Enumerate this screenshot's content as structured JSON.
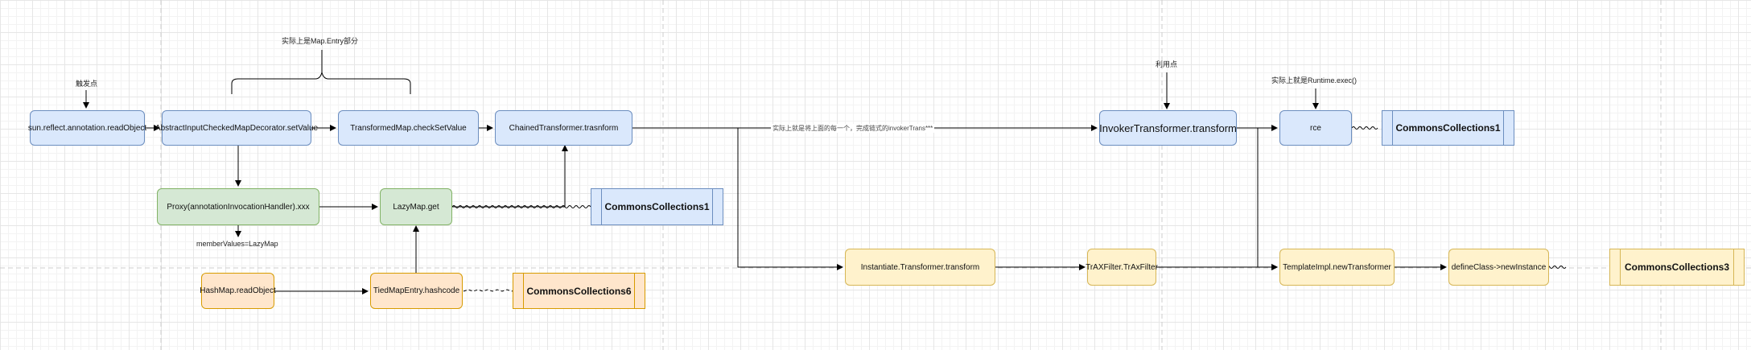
{
  "nodes": {
    "readObject": "sun.reflect.annotation.readObject",
    "setValue": "AbstractInputCheckedMapDecorator.setValue",
    "checkSetValue": "TransformedMap.checkSetValue",
    "chained": "ChainedTransformer.trasnform",
    "invoker": "InvokerTransformer.transform",
    "rce": "rce",
    "proxy": "Proxy(annotationInvocationHandler).xxx",
    "lazyGet": "LazyMap.get",
    "hashmap": "HashMap.readObject",
    "tied": "TiedMapEntry.hashcode",
    "instantiate": "Instantiate.Transformer.transform",
    "traxfilter": "TrAXFilter.TrAxFilter",
    "templates": "TemplateImpl.newTransformer",
    "defineclass": "defineClass->newInstance"
  },
  "processes": {
    "cc1_top": "CommonsCollections1",
    "cc1_mid": "CommonsCollections1",
    "cc6": "CommonsCollections6",
    "cc3": "CommonsCollections3"
  },
  "labels": {
    "trigger": "触发点",
    "actual_entry": "实际上是Map.Entry部分",
    "use_point": "利用点",
    "actual_exec": "实际上就是Runtime.exec()",
    "chained_desc": "实际上就是将上面的每一个，完成链式的invokerTrans***",
    "member_values": "memberValues=LazyMap"
  },
  "colors": {
    "blue_fill": "#dae8fc",
    "blue_stroke": "#6c8ebf",
    "green_fill": "#d5e8d4",
    "green_stroke": "#82b366",
    "yellow_fill": "#fff2cc",
    "yellow_stroke": "#d6b656",
    "orange_fill": "#ffe6cc",
    "orange_stroke": "#d79b00"
  }
}
